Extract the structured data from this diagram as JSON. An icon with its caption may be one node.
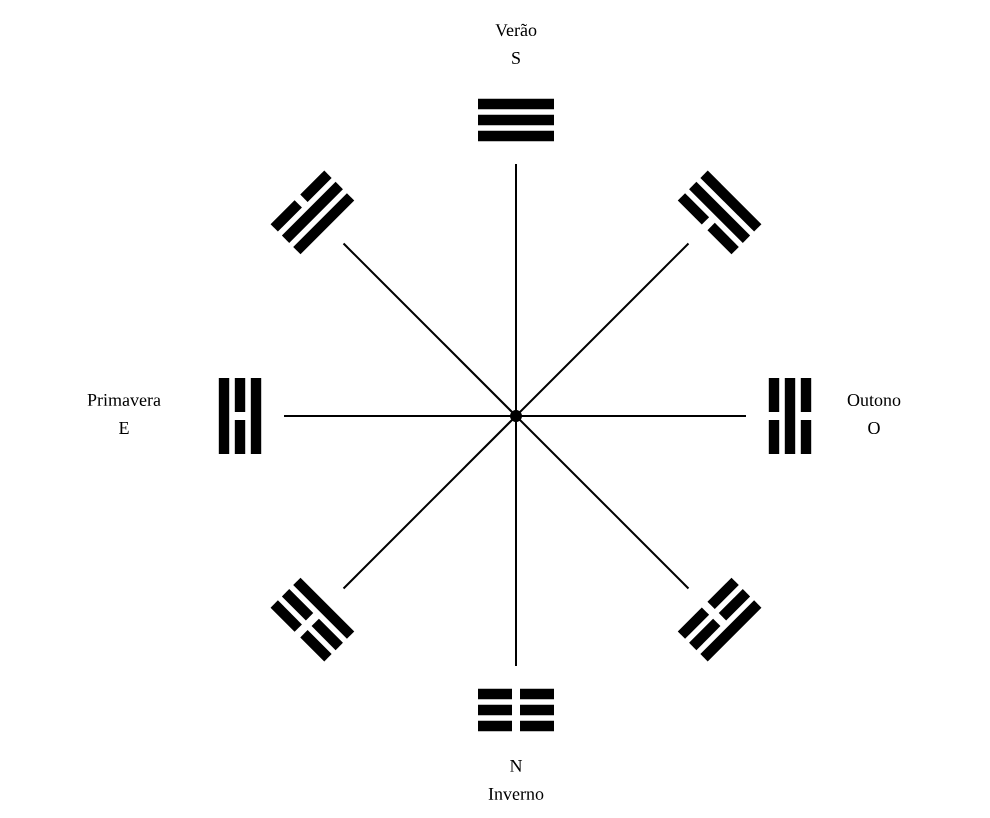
{
  "diagram": {
    "nodes": [
      {
        "text": [],
        "shape": "picture",
        "beside": [
          "Verão",
          "S"
        ]
      },
      {
        "text": [],
        "shape": "picture"
      },
      {
        "text": [],
        "shape": "picture"
      },
      {
        "text": [],
        "shape": "picture",
        "beside": [
          "Primavera",
          "E"
        ]
      },
      {
        "text": [],
        "shape": "circle"
      },
      {
        "text": [],
        "shape": "picture",
        "beside": [
          "Outono",
          "O"
        ]
      },
      {
        "text": [],
        "shape": "picture"
      },
      {
        "text": [],
        "shape": "picture"
      },
      {
        "text": [],
        "shape": "picture",
        "beside": [
          "N",
          "Inverno"
        ]
      }
    ],
    "edges": [
      {
        "from": 4,
        "to": 0,
        "arrow": "none"
      },
      {
        "from": 4,
        "to": 1,
        "arrow": "none"
      },
      {
        "from": 4,
        "to": 2,
        "arrow": "none"
      },
      {
        "from": 4,
        "to": 3,
        "arrow": "none"
      },
      {
        "from": 4,
        "to": 5,
        "arrow": "none"
      },
      {
        "from": 4,
        "to": 6,
        "arrow": "none"
      },
      {
        "from": 4,
        "to": 7,
        "arrow": "none"
      },
      {
        "from": 4,
        "to": 8,
        "arrow": "none"
      }
    ]
  }
}
